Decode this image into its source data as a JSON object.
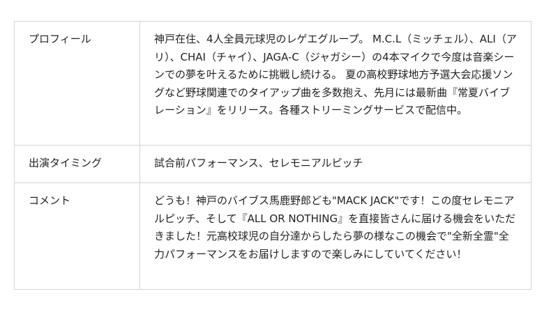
{
  "rows": [
    {
      "label": "プロフィール",
      "value": "神戸在住、4人全員元球児のレゲエグループ。 M.C.L（ミッチェル）、ALI（アリ）、CHAI（チャイ）、JAGA-C（ジャガシー）の4本マイクで今度は音楽シーンでの夢を叶えるために挑戦し続ける。 夏の高校野球地方予選大会応援ソングなど野球関連でのタイアップ曲を多数抱え、先月には最新曲『常夏バイブレーション』をリリース。各種ストリーミングサービスで配信中。"
    },
    {
      "label": "出演タイミング",
      "value": "試合前パフォーマンス、セレモニアルピッチ"
    },
    {
      "label": "コメント",
      "value": "どうも！神戸のバイブス馬鹿野郎ども\"MACK JACK\"です！この度セレモニアルピッチ、そして『ALL OR NOTHING』を直接皆さんに届ける機会をいただきました！元高校球児の自分達からしたら夢の様なこの機会で\"全新全霊\"全力パフォーマンスをお届けしますので楽しみにしていてください！"
    }
  ]
}
